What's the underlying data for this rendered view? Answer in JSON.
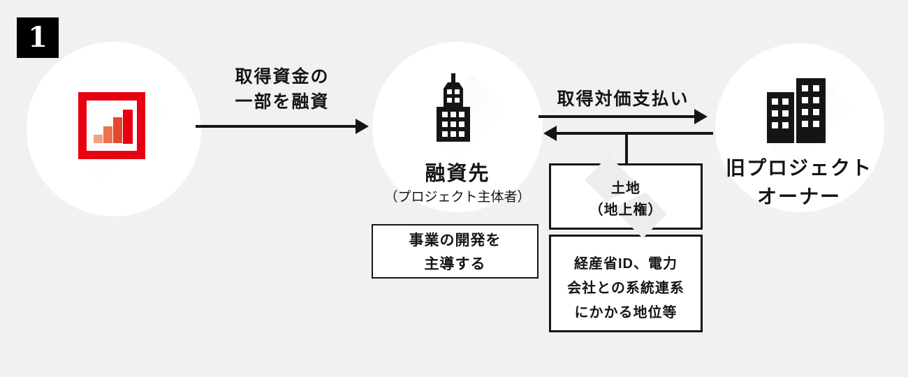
{
  "badge": {
    "number": "1"
  },
  "colors": {
    "background": "#f1f1f0",
    "accent_red": "#e60012",
    "text": "#151515",
    "logo_bar_light": "#f2a183",
    "logo_bar_mid": "#ed7352",
    "logo_bar_dark": "#e2492f"
  },
  "flows": {
    "loan": {
      "line1": "取得資金の",
      "line2": "一部を融資"
    },
    "payment": {
      "label": "取得対価支払い"
    }
  },
  "lender": {
    "title": "融資先",
    "subtitle": "（プロジェクト主体者）",
    "note": {
      "line1": "事業の開発を",
      "line2": "主導する"
    }
  },
  "owner": {
    "title_line1": "旧プロジェクト",
    "title_line2": "オーナー"
  },
  "assets": {
    "land": {
      "line1": "土地",
      "line2": "（地上権）"
    },
    "rights": {
      "line1": "経産省ID、電力",
      "line2": "会社との系統連系",
      "line3": "にかかる地位等"
    }
  }
}
